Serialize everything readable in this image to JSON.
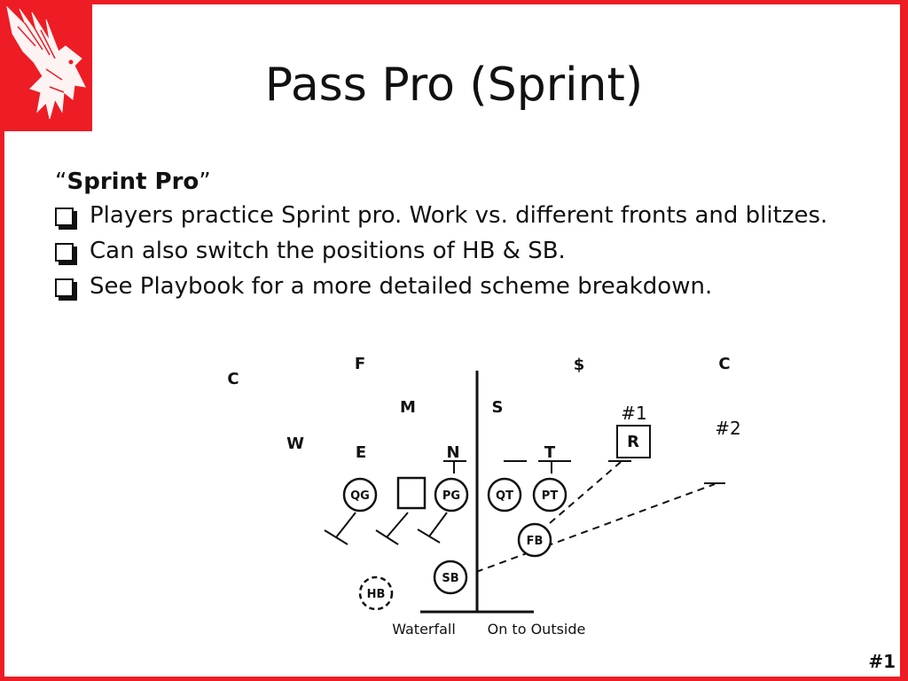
{
  "slide": {
    "title": "Pass Pro (Sprint)",
    "page_number": "#1",
    "lead_open": "“",
    "lead_bold": "Sprint Pro",
    "lead_close": "”",
    "bullets": [
      "Players practice Sprint pro.  Work vs. different fronts and blitzes.",
      "Can also switch the positions of HB & SB.",
      "See Playbook for a more detailed scheme breakdown."
    ]
  },
  "diagram": {
    "defense_labels": [
      "F",
      "$",
      "C",
      "C",
      "M",
      "S",
      "W",
      "E",
      "N",
      "T",
      "R"
    ],
    "receiver_labels": [
      "#1",
      "#2"
    ],
    "offense": [
      "QG",
      "PG",
      "QT",
      "PT",
      "FB",
      "SB",
      "HB"
    ],
    "captions": {
      "left": "Waterfall",
      "right": "On to Outside"
    }
  },
  "colors": {
    "accent": "#ee1c24",
    "ink": "#111111"
  }
}
